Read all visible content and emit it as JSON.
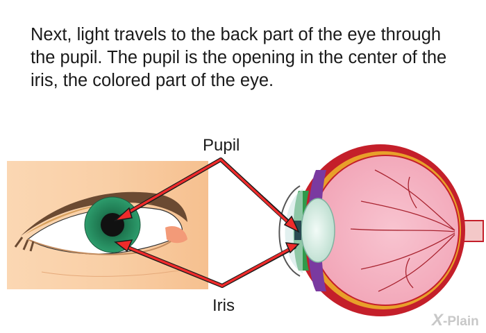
{
  "caption": "Next, light travels to the back part of the eye through the pupil. The pupil is the opening in the center of the iris, the colored part of the eye.",
  "labels": {
    "pupil": "Pupil",
    "iris": "Iris"
  },
  "brand": {
    "x": "X",
    "rest": "-Plain"
  },
  "colors": {
    "arrow": "#ee2b2b",
    "iris": "#2e9468",
    "pupil": "#111111",
    "skin": "#f7c79a",
    "sclera_outer": "#c41f2a",
    "retina": "#f4b6c4",
    "lens": "#d7ece4"
  }
}
